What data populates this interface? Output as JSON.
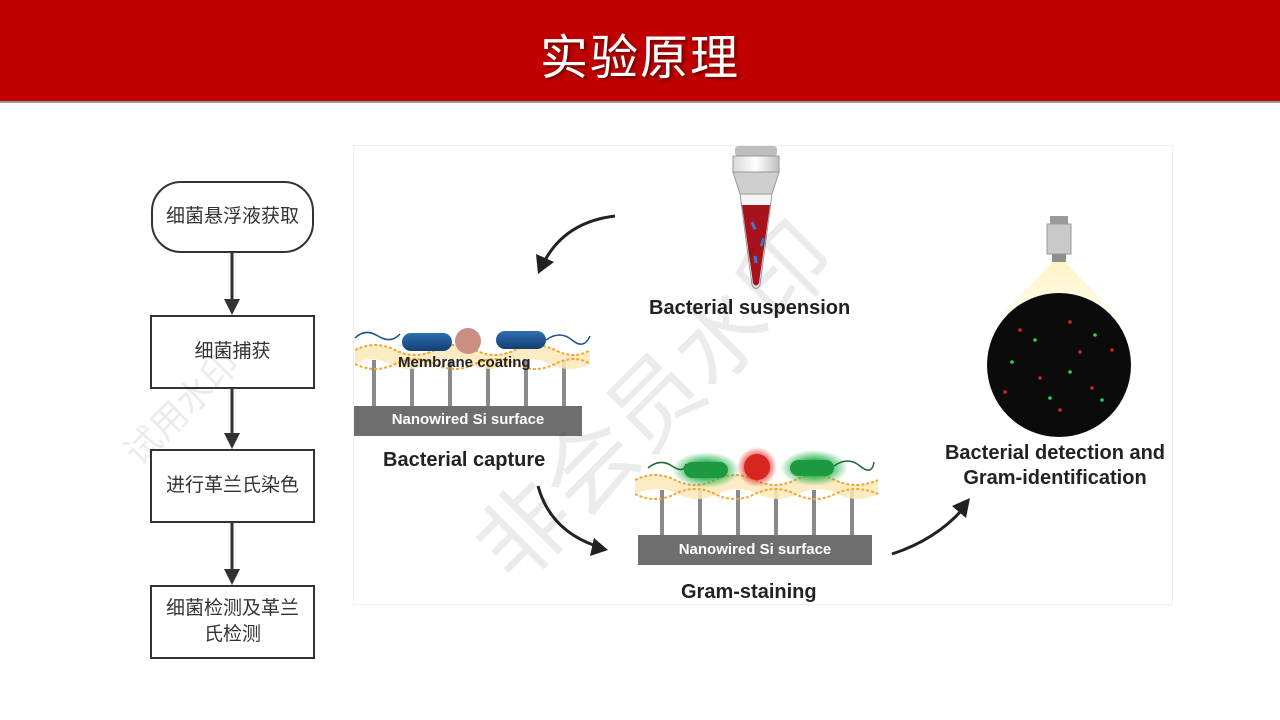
{
  "slide": {
    "title": "实验原理",
    "accent_color": "#c00000"
  },
  "flowchart": {
    "steps": [
      {
        "label": "细菌悬浮液获取",
        "shape": "rounded"
      },
      {
        "label": "细菌捕获",
        "shape": "rect"
      },
      {
        "label": "进行革兰氏染色",
        "shape": "rect"
      },
      {
        "label": "细菌检测及革兰氏检测",
        "shape": "rect"
      }
    ]
  },
  "figure": {
    "bacterial_suspension": "Bacterial suspension",
    "membrane_coating": "Membrane coating",
    "surface_label_1": "Nanowired Si surface",
    "bacterial_capture": "Bacterial capture",
    "surface_label_2": "Nanowired Si surface",
    "gram_staining": "Gram-staining",
    "detection_line1": "Bacterial detection and",
    "detection_line2": "Gram-identification"
  },
  "watermarks": {
    "left": "试用水印",
    "center": "非会员水印"
  }
}
